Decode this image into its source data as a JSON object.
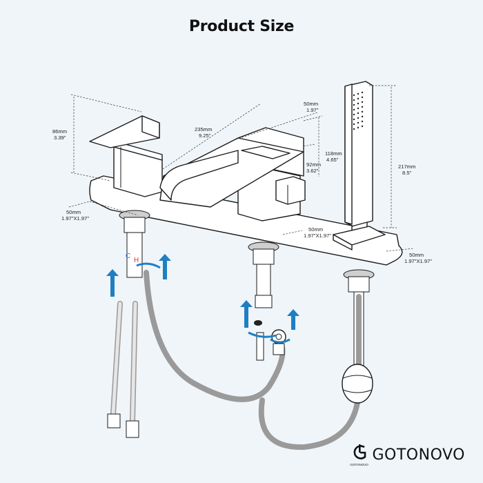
{
  "title": "Product Size",
  "brand": {
    "name": "GOTONOVO",
    "mark_sub": "GOTONOVO"
  },
  "dimensions": {
    "lever_height": [
      "86mm",
      "3.39\""
    ],
    "spout_length": [
      "235mm",
      "9.25\""
    ],
    "spout_width": [
      "50mm",
      "1.97\""
    ],
    "spout_body_height": [
      "118mm",
      "4.65\""
    ],
    "spout_outlet_height": [
      "92mm",
      "3.62\""
    ],
    "handshower_height": [
      "217mm",
      "8.5\""
    ],
    "left_base": [
      "50mm",
      "1.97\"X1.97\""
    ],
    "center_base": [
      "50mm",
      "1.97\"X1.97\""
    ],
    "right_base": [
      "50mm",
      "1.97\"X1.97\""
    ]
  },
  "hose_labels": {
    "cold": "C",
    "hot": "H"
  },
  "colors": {
    "arrow": "#1f7fc2",
    "cold": "#3b6fd6",
    "hot": "#d23b3b"
  }
}
